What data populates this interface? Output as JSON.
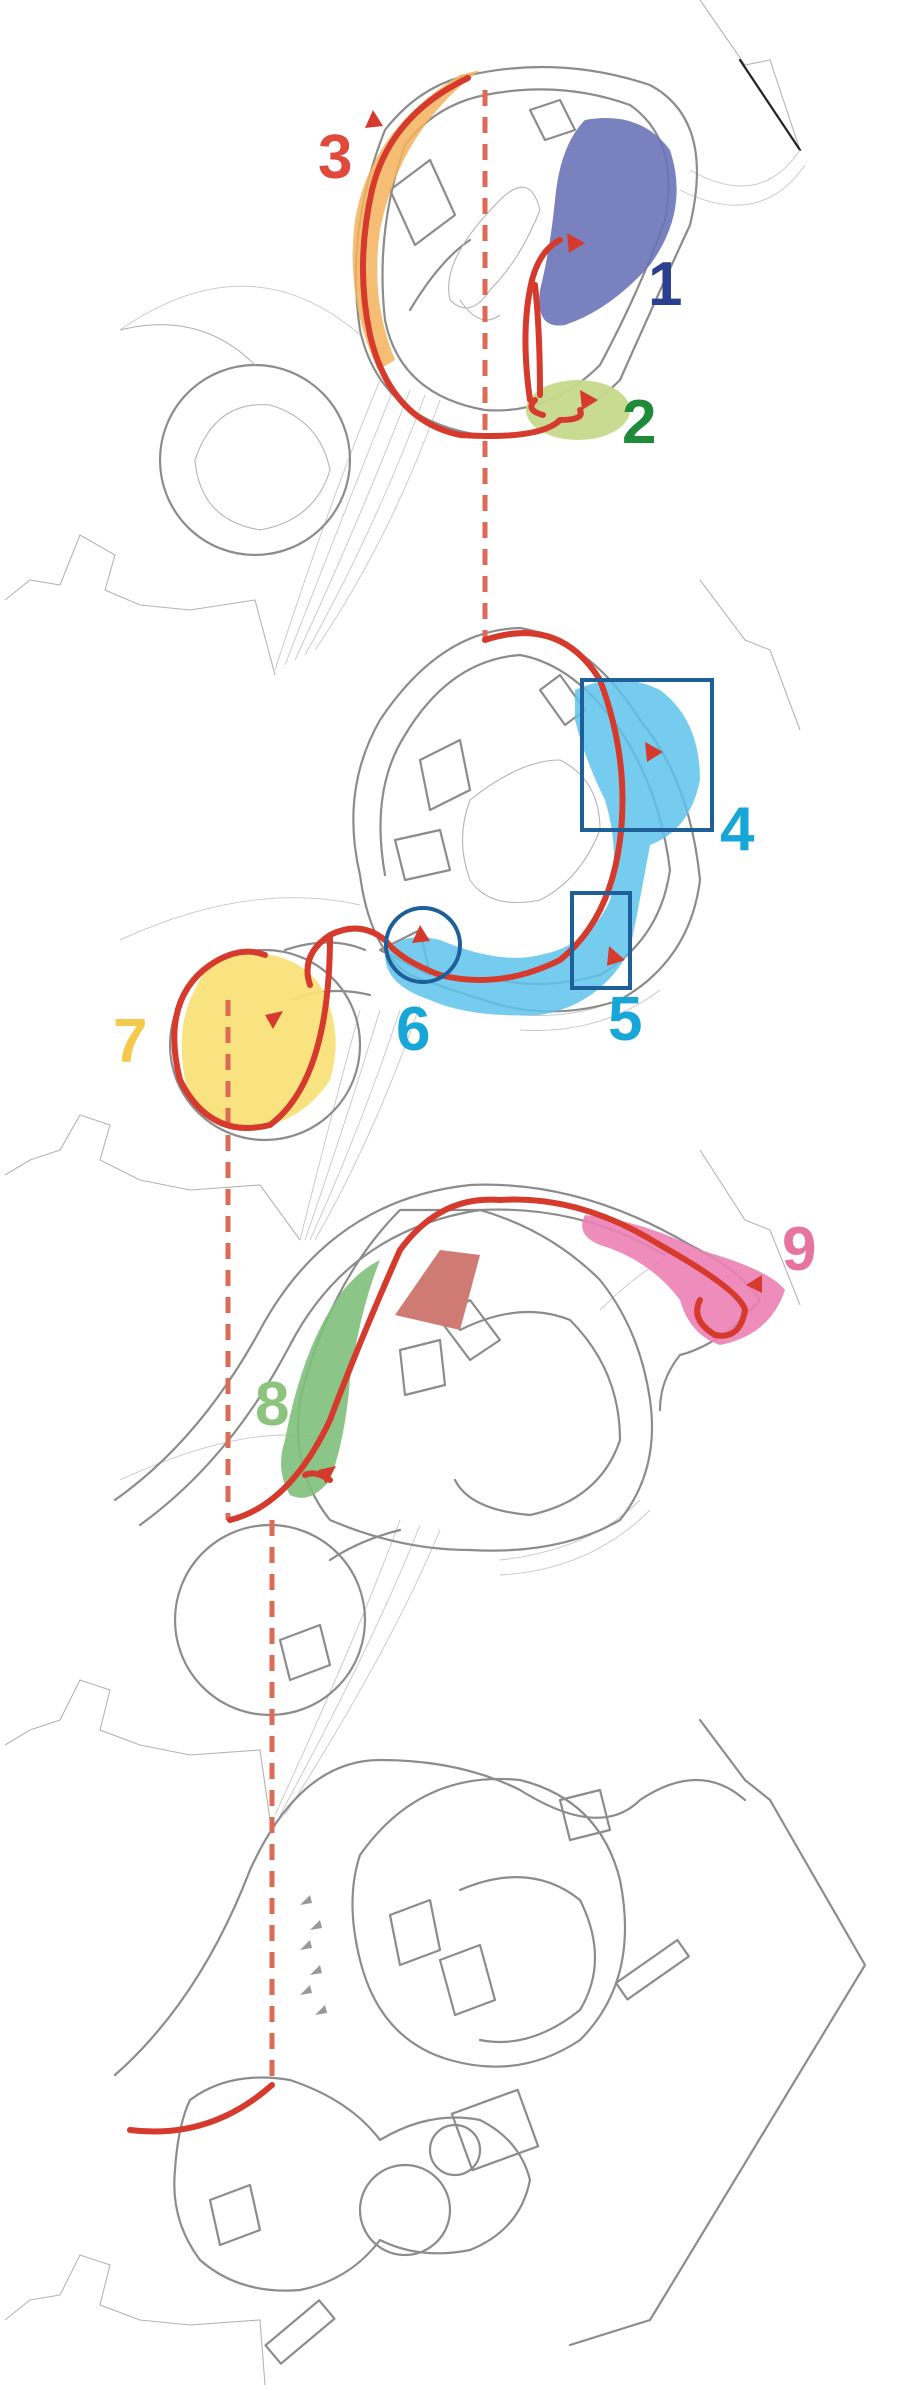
{
  "labels": {
    "n1": "1",
    "n2": "2",
    "n3": "3",
    "n4": "4",
    "n5": "5",
    "n6": "6",
    "n7": "7",
    "n8": "8",
    "n9": "9"
  },
  "colors": {
    "zone1": "#6c73b8",
    "zone2": "#c5d98a",
    "zone3": "#f4b35c",
    "zone4": "#5ec3ec",
    "zone5": "#5ec3ec",
    "zone7": "#f9e27a",
    "zone8": "#7fbf7b",
    "zone9": "#ec7fb4",
    "roof": "#cf7a72",
    "route": "#d63a2c",
    "dashed_link": "#dd6a55",
    "label1": "#2b3f8f",
    "label2": "#1e8a3a",
    "label3": "#e0493b",
    "label4": "#17a6d8",
    "label5": "#17a6d8",
    "label6": "#17a6d8",
    "label7": "#f6c94c",
    "label8": "#8cc47e",
    "label9": "#e9739f",
    "frame_dark": "#1f5f99"
  }
}
